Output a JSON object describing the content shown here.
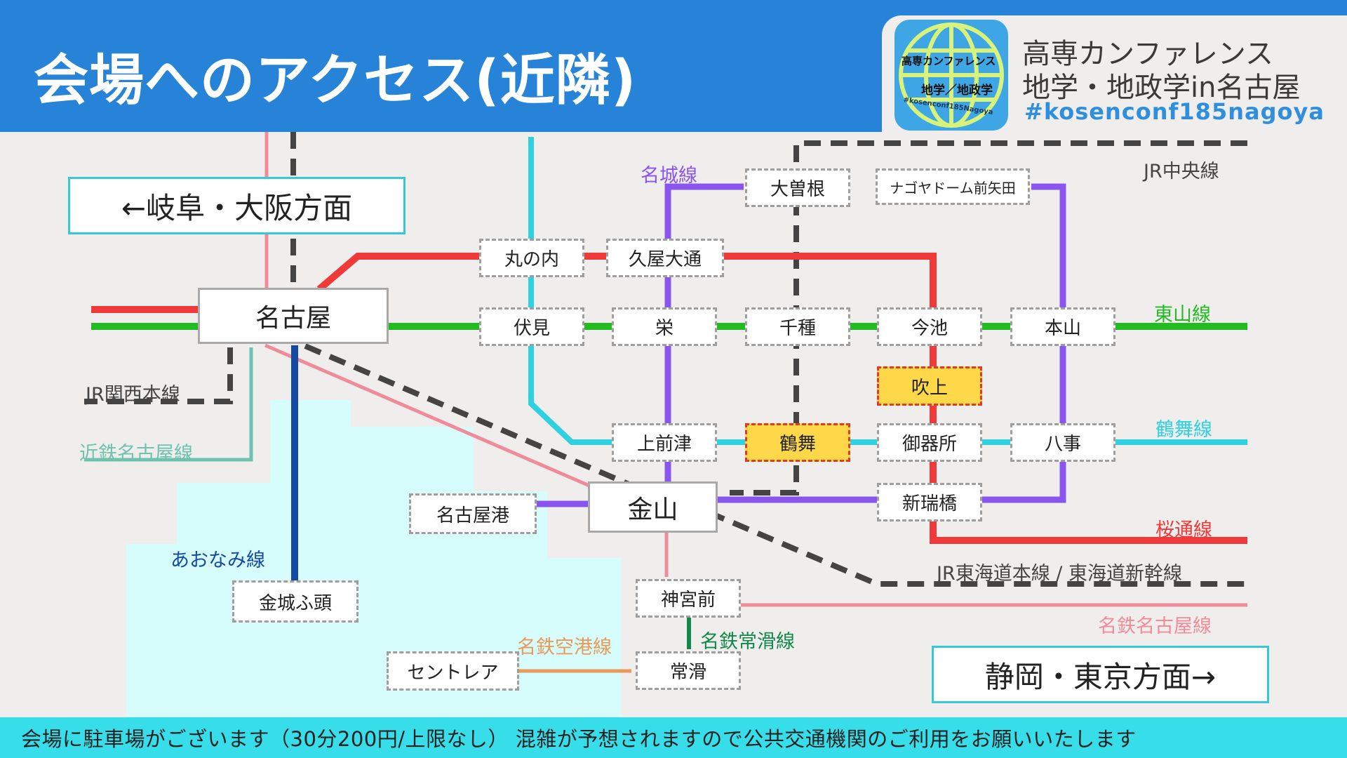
{
  "header": {
    "title": "会場へのアクセス(近隣)",
    "event_name": "高専カンファレンス",
    "event_subtitle": "地学・地政学in名古屋",
    "hashtag": "#kosenconf185nagoya"
  },
  "logo": {
    "name": "高専カンファレンス",
    "subtitle": "地学／地政学",
    "tag": "#kosenconf185Nagoya"
  },
  "directions": {
    "west": "←岐阜・大阪方面",
    "east": "静岡・東京方面→"
  },
  "stations": {
    "nagoya": "名古屋",
    "marunouchi": "丸の内",
    "hisaya_odori": "久屋大通",
    "ozone": "大曽根",
    "nagoya_dome": "ナゴヤドーム前矢田",
    "fushimi": "伏見",
    "sakae": "栄",
    "chikusa": "千種",
    "imaike": "今池",
    "motoyama": "本山",
    "fukiage": "吹上",
    "kamimaezu": "上前津",
    "tsurumai": "鶴舞",
    "gokiso": "御器所",
    "yagoto": "八事",
    "kanayama": "金山",
    "aratamabashi": "新瑞橋",
    "nagoyako": "名古屋港",
    "kinjofuto": "金城ふ頭",
    "jingumae": "神宮前",
    "tokoname": "常滑",
    "centrair": "セントレア"
  },
  "lines": {
    "meijo": "名城線",
    "jr_chuo": "JR中央線",
    "higashiyama": "東山線",
    "tsurumai": "鶴舞線",
    "sakuradori": "桜通線",
    "jr_tokaido": "JR東海道本線 / 東海道新幹線",
    "meitetsu_nagoya": "名鉄名古屋線",
    "meitetsu_tokoname": "名鉄常滑線",
    "meitetsu_airport": "名鉄空港線",
    "aonami": "あおなみ線",
    "jr_kansai": "JR関西本線",
    "kintetsu": "近鉄名古屋線"
  },
  "colors": {
    "header_blue": "#2783d8",
    "footer_cyan": "#37dde8",
    "higashiyama_green": "#22bb22",
    "sakuradori_red": "#f03a3a",
    "meijo_purple": "#8a55ee",
    "tsurumai_cyan": "#2fd0e0",
    "meitetsu_pink": "#f08c9a",
    "meitetsu_tokoname_green": "#11884a",
    "meitetsu_airport_orange": "#e99a5a",
    "aonami_blue": "#1449a6",
    "jr_gray": "#444444",
    "kintetsu_teal": "#6fc2ad",
    "highlight_yellow": "#ffd84a"
  },
  "footer": {
    "note": "会場に駐車場がございます（30分200円/上限なし） 混雑が予想されますので公共交通機関のご利用をお願いいたします"
  }
}
